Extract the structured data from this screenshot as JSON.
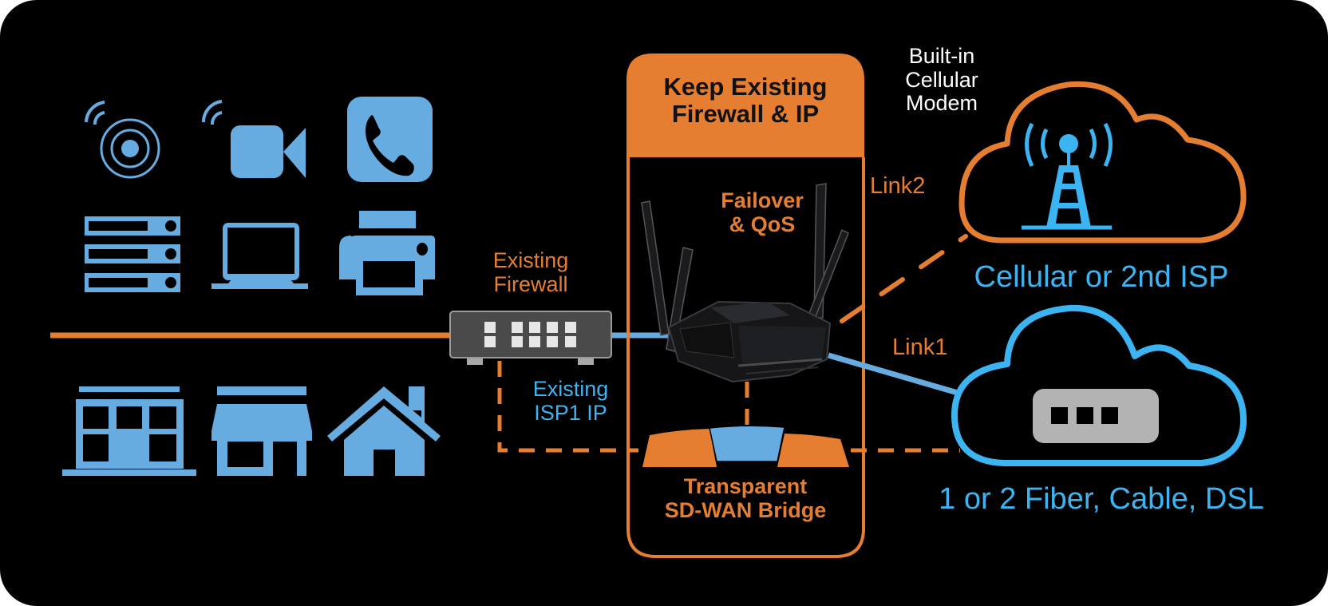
{
  "colors": {
    "background": "#000000",
    "accent_orange": "#E57E31",
    "icon_blue": "#67ACE1",
    "link_blue": "#3DB4F2",
    "firewall_gray": "#4A4A4A",
    "modem_gray": "#B3B3B3",
    "text_white": "#FFFFFF"
  },
  "center_box": {
    "title_line1": "Keep Existing",
    "title_line2": "Firewall & IP",
    "failover_line1": "Failover",
    "failover_line2": "& QoS",
    "bridge_line1": "Transparent",
    "bridge_line2": "SD-WAN Bridge"
  },
  "firewall": {
    "label_line1": "Existing",
    "label_line2": "Firewall",
    "ip_label_line1": "Existing",
    "ip_label_line2": "ISP1 IP"
  },
  "wan": {
    "modem_line1": "Built-in",
    "modem_line2": "Cellular",
    "modem_line3": "Modem",
    "link2": "Link2",
    "link1": "Link1",
    "cellular_label": "Cellular or 2nd ISP",
    "fiber_label": "1 or 2 Fiber, Cable, DSL"
  },
  "lan_icons": [
    "wireless-sensor-icon",
    "video-camera-icon",
    "phone-icon",
    "server-rack-icon",
    "laptop-icon",
    "printer-icon",
    "office-building-icon",
    "storefront-icon",
    "house-icon"
  ]
}
